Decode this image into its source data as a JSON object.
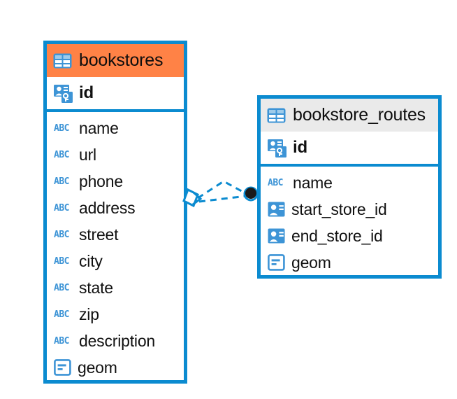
{
  "diagram": {
    "kind": "entity-relationship-diagram",
    "background": "#ffffff",
    "accent_color": "#0b8bd0",
    "highlight_color": "#ff8246",
    "header_grey": "#eaeaea",
    "icon_blue": "#3d94d6"
  },
  "tables": [
    {
      "name": "bookstores",
      "header_style": "orange",
      "header_icon": "table-icon",
      "primary_key": {
        "label": "id",
        "icon": "primary-key-icon"
      },
      "fields": [
        {
          "label": "name",
          "icon": "abc-text-icon"
        },
        {
          "label": "url",
          "icon": "abc-text-icon"
        },
        {
          "label": "phone",
          "icon": "abc-text-icon"
        },
        {
          "label": "address",
          "icon": "abc-text-icon"
        },
        {
          "label": "street",
          "icon": "abc-text-icon"
        },
        {
          "label": "city",
          "icon": "abc-text-icon"
        },
        {
          "label": "state",
          "icon": "abc-text-icon"
        },
        {
          "label": "zip",
          "icon": "abc-text-icon"
        },
        {
          "label": "description",
          "icon": "abc-text-icon"
        },
        {
          "label": "geom",
          "icon": "geometry-icon"
        }
      ]
    },
    {
      "name": "bookstore_routes",
      "header_style": "grey",
      "header_icon": "table-icon",
      "primary_key": {
        "label": "id",
        "icon": "primary-key-icon"
      },
      "fields": [
        {
          "label": "name",
          "icon": "abc-text-icon"
        },
        {
          "label": "start_store_id",
          "icon": "foreign-key-icon"
        },
        {
          "label": "end_store_id",
          "icon": "foreign-key-icon"
        },
        {
          "label": "geom",
          "icon": "geometry-icon"
        }
      ]
    }
  ],
  "relationship": {
    "style": "dashed",
    "color": "#0b8bd0",
    "source_endpoint": "crows-foot-diamond",
    "target_endpoint": "filled-circle"
  }
}
